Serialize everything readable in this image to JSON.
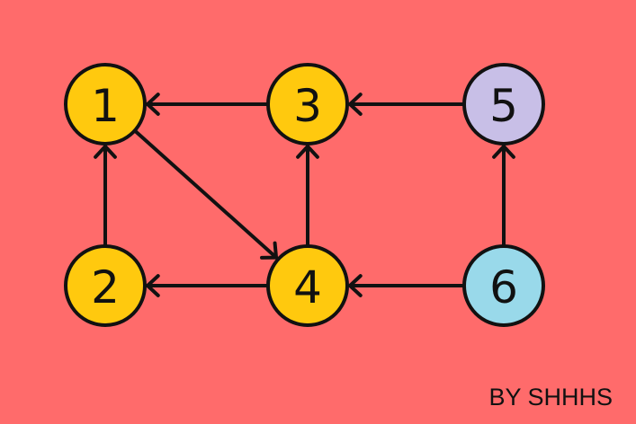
{
  "colors": {
    "background": "#ff6b6b",
    "stroke": "#111111",
    "yellow": "#ffc90e",
    "lavender": "#c8bfe7",
    "lightblue": "#99d9ea"
  },
  "graph": {
    "nodes": [
      {
        "id": "1",
        "label": "1",
        "color": "yellow"
      },
      {
        "id": "2",
        "label": "2",
        "color": "yellow"
      },
      {
        "id": "3",
        "label": "3",
        "color": "yellow"
      },
      {
        "id": "4",
        "label": "4",
        "color": "yellow"
      },
      {
        "id": "5",
        "label": "5",
        "color": "lavender"
      },
      {
        "id": "6",
        "label": "6",
        "color": "lightblue"
      }
    ],
    "edges": [
      {
        "from": "3",
        "to": "1"
      },
      {
        "from": "5",
        "to": "3"
      },
      {
        "from": "2",
        "to": "1"
      },
      {
        "from": "4",
        "to": "3"
      },
      {
        "from": "6",
        "to": "5"
      },
      {
        "from": "4",
        "to": "2"
      },
      {
        "from": "6",
        "to": "4"
      },
      {
        "from": "1",
        "to": "4"
      }
    ]
  },
  "footer": {
    "credit": "BY SHHHS"
  }
}
